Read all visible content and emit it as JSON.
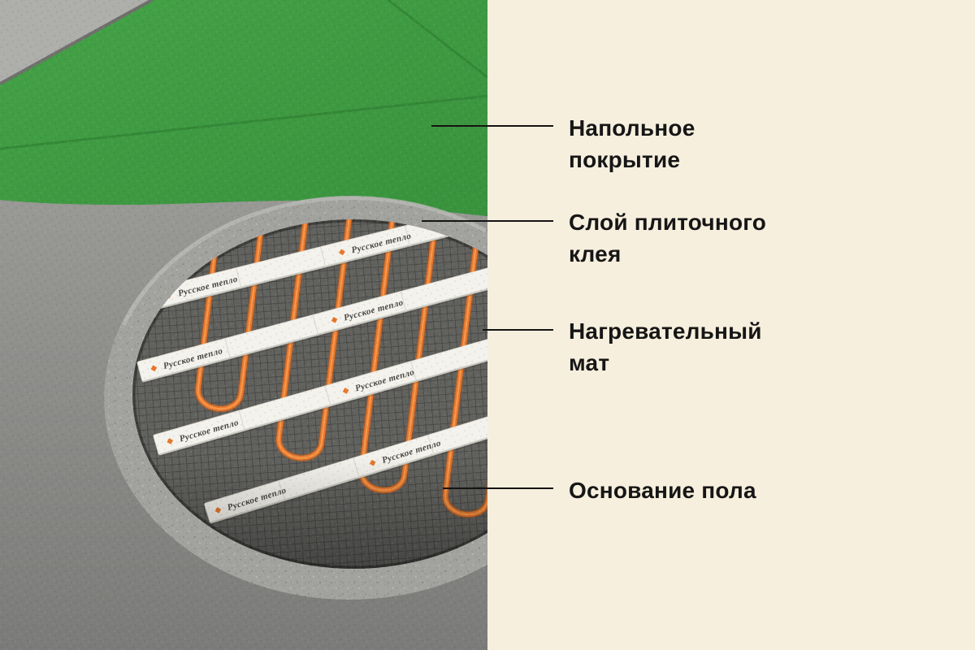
{
  "panel": {
    "background": "#f7efde"
  },
  "labels": [
    {
      "id": "floor-covering",
      "lines": [
        "Напольное",
        "покрытие"
      ]
    },
    {
      "id": "tile-adhesive",
      "lines": [
        "Слой плиточного",
        "клея"
      ]
    },
    {
      "id": "heating-mat",
      "lines": [
        "Нагревательный",
        "мат"
      ]
    },
    {
      "id": "floor-base",
      "lines": [
        "Основание пола"
      ]
    }
  ],
  "illustration": {
    "tape_text": "Русское тепло",
    "colors": {
      "tile_green": "#43a146",
      "concrete_gray": "#8f8f8c",
      "adhesive_gray": "#a2a29f",
      "mesh_dark": "#62625f",
      "cable_orange": "#e8772c",
      "tape_white": "#f3f2ec",
      "label_text": "#161616",
      "panel_cream": "#f7efde"
    }
  }
}
